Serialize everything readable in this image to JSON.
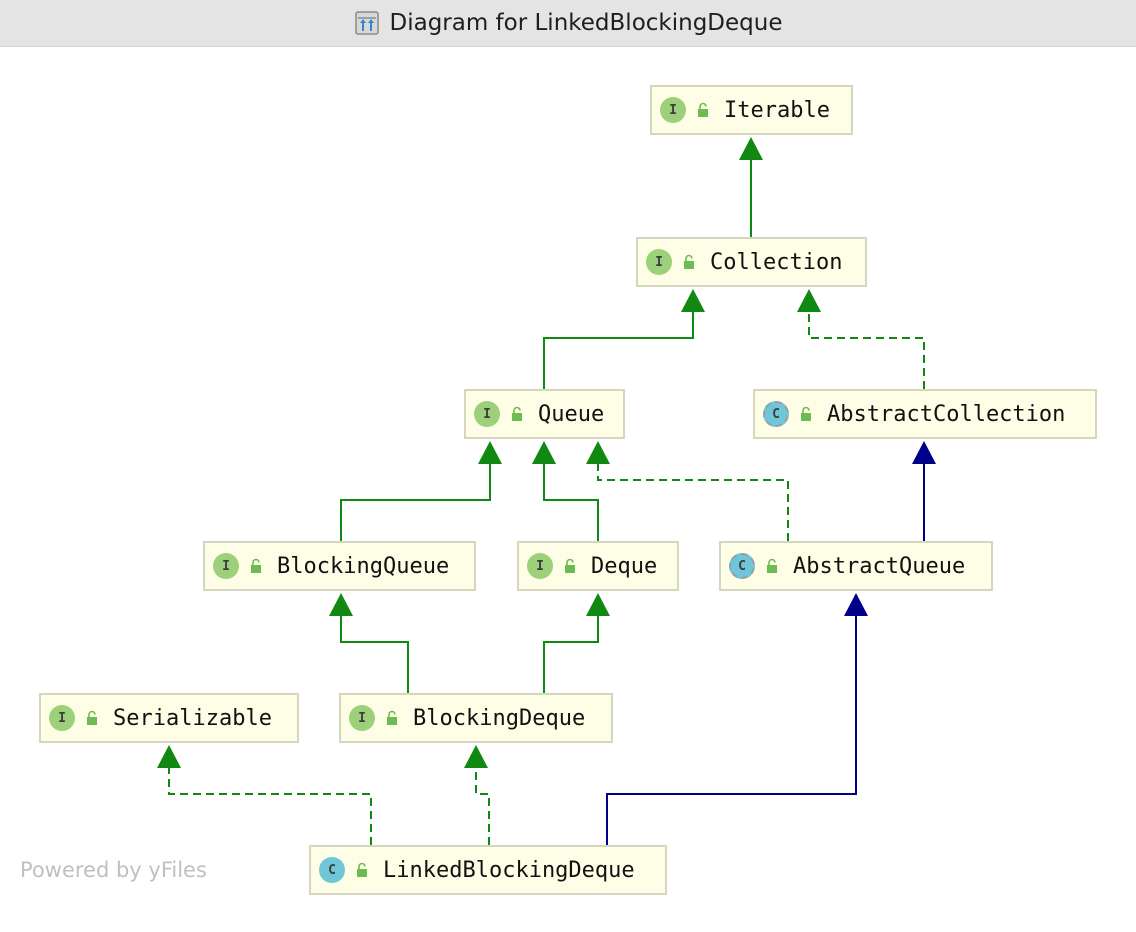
{
  "window": {
    "title": "Diagram for LinkedBlockingDeque",
    "title_icon": "diagram-icon"
  },
  "nodes": [
    {
      "id": "iterable",
      "name": "Iterable",
      "kind": "interface",
      "badge": "I"
    },
    {
      "id": "collection",
      "name": "Collection",
      "kind": "interface",
      "badge": "I"
    },
    {
      "id": "queue",
      "name": "Queue",
      "kind": "interface",
      "badge": "I"
    },
    {
      "id": "abstractcollection",
      "name": "AbstractCollection",
      "kind": "abstract-class",
      "badge": "C"
    },
    {
      "id": "blockingqueue",
      "name": "BlockingQueue",
      "kind": "interface",
      "badge": "I"
    },
    {
      "id": "deque",
      "name": "Deque",
      "kind": "interface",
      "badge": "I"
    },
    {
      "id": "abstractqueue",
      "name": "AbstractQueue",
      "kind": "abstract-class",
      "badge": "C"
    },
    {
      "id": "serializable",
      "name": "Serializable",
      "kind": "interface",
      "badge": "I"
    },
    {
      "id": "blockingdeque",
      "name": "BlockingDeque",
      "kind": "interface",
      "badge": "I"
    },
    {
      "id": "linkedblockingdeque",
      "name": "LinkedBlockingDeque",
      "kind": "class",
      "badge": "C"
    }
  ],
  "edges": [
    {
      "from": "Collection",
      "to": "Iterable",
      "relation": "extends"
    },
    {
      "from": "Queue",
      "to": "Collection",
      "relation": "extends"
    },
    {
      "from": "AbstractCollection",
      "to": "Collection",
      "relation": "implements"
    },
    {
      "from": "BlockingQueue",
      "to": "Queue",
      "relation": "extends"
    },
    {
      "from": "Deque",
      "to": "Queue",
      "relation": "extends"
    },
    {
      "from": "AbstractQueue",
      "to": "Queue",
      "relation": "implements"
    },
    {
      "from": "AbstractQueue",
      "to": "AbstractCollection",
      "relation": "class-extends"
    },
    {
      "from": "BlockingDeque",
      "to": "BlockingQueue",
      "relation": "extends"
    },
    {
      "from": "BlockingDeque",
      "to": "Deque",
      "relation": "extends"
    },
    {
      "from": "LinkedBlockingDeque",
      "to": "Serializable",
      "relation": "implements"
    },
    {
      "from": "LinkedBlockingDeque",
      "to": "BlockingDeque",
      "relation": "implements"
    },
    {
      "from": "LinkedBlockingDeque",
      "to": "AbstractQueue",
      "relation": "class-extends"
    }
  ],
  "colors": {
    "interface_edge": "#118811",
    "class_edge": "#000088",
    "node_fill": "#fefee6",
    "node_border": "#d6d6c0",
    "interface_badge": "#9dd07b",
    "class_badge": "#6fc6d8"
  },
  "watermark": "Powered by yFiles"
}
